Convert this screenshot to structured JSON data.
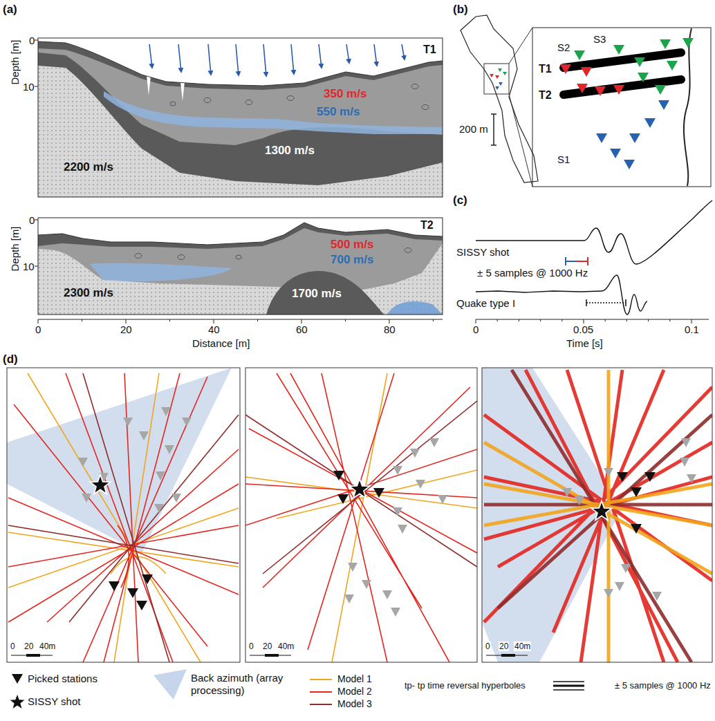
{
  "diagram": {
    "labels": [
      "(a)",
      "Depth [m]",
      "0",
      "10",
      "T1",
      "350 m/s",
      "550 m/s",
      "1300 m/s",
      "2200 m/s",
      "Depth [m]",
      "0",
      "10",
      "T2",
      "500 m/s",
      "700 m/s",
      "1700 m/s",
      "2300 m/s",
      "0",
      "20",
      "40",
      "60",
      "80",
      "Distance [m]",
      "(b)",
      "200 m",
      "S2",
      "S3",
      "T1",
      "T2",
      "S1",
      "(c)",
      "SISSY shot",
      "± 5 samples @ 1000 Hz",
      "Quake type I",
      "0",
      "0.05",
      "0.1",
      "Time [s]",
      "(d)",
      "0",
      "20",
      "40m",
      "0",
      "20",
      "40m",
      "0",
      "20",
      "40m"
    ],
    "legend": [
      {
        "text": "Picked stations"
      },
      {
        "text": "SISSY shot"
      },
      {
        "text": "Back azimuth (array processing)",
        "color": "#c7d5ea"
      },
      {
        "text": "Model 1"
      },
      {
        "text": "Model 2"
      },
      {
        "text": "Model 3"
      },
      {
        "text": "tp- tp time reversal hyperboles"
      },
      {
        "text": "± 5 samples @ 1000 Hz"
      }
    ]
  }
}
